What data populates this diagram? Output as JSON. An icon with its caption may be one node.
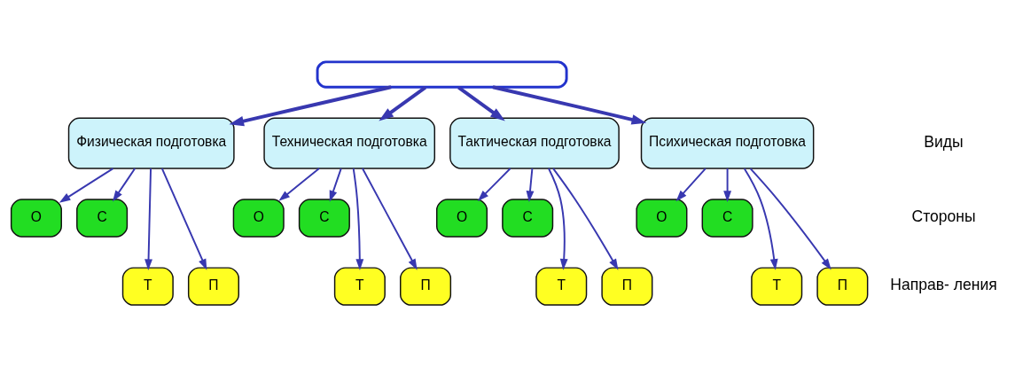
{
  "diagram": {
    "nodes": [
      {
        "text": [],
        "shape": "box"
      },
      {
        "text": [
          "Физическая подготовка"
        ]
      },
      {
        "text": [
          "Техническая подготовка"
        ]
      },
      {
        "text": [
          "Тактическая подготовка"
        ]
      },
      {
        "text": [
          "Психическая подготовка"
        ]
      },
      {
        "text": [
          "О"
        ]
      },
      {
        "text": [
          "С"
        ]
      },
      {
        "text": [
          "О"
        ]
      },
      {
        "text": [
          "С"
        ]
      },
      {
        "text": [
          "О"
        ]
      },
      {
        "text": [
          "С"
        ]
      },
      {
        "text": [
          "О"
        ]
      },
      {
        "text": [
          "С"
        ]
      },
      {
        "text": [
          "Т"
        ]
      },
      {
        "text": [
          "П"
        ]
      },
      {
        "text": [
          "Т"
        ]
      },
      {
        "text": [
          "П"
        ]
      },
      {
        "text": [
          "Т"
        ]
      },
      {
        "text": [
          "П"
        ]
      },
      {
        "text": [
          "Т"
        ]
      },
      {
        "text": [
          "П"
        ]
      }
    ],
    "edges": [
      {
        "from": 0,
        "to": 1,
        "arrow": "to",
        "style": "thick"
      },
      {
        "from": 0,
        "to": 2,
        "arrow": "to",
        "style": "thick"
      },
      {
        "from": 0,
        "to": 3,
        "arrow": "to",
        "style": "thick"
      },
      {
        "from": 0,
        "to": 4,
        "arrow": "to",
        "style": "thick"
      },
      {
        "from": 1,
        "to": 5,
        "arrow": "to"
      },
      {
        "from": 1,
        "to": 6,
        "arrow": "to"
      },
      {
        "from": 1,
        "to": 13,
        "arrow": "to"
      },
      {
        "from": 1,
        "to": 14,
        "arrow": "to"
      },
      {
        "from": 2,
        "to": 7,
        "arrow": "to"
      },
      {
        "from": 2,
        "to": 8,
        "arrow": "to"
      },
      {
        "from": 2,
        "to": 15,
        "arrow": "to"
      },
      {
        "from": 2,
        "to": 16,
        "arrow": "to"
      },
      {
        "from": 3,
        "to": 9,
        "arrow": "to"
      },
      {
        "from": 3,
        "to": 10,
        "arrow": "to"
      },
      {
        "from": 3,
        "to": 17,
        "arrow": "to"
      },
      {
        "from": 3,
        "to": 18,
        "arrow": "to"
      },
      {
        "from": 4,
        "to": 11,
        "arrow": "to"
      },
      {
        "from": 4,
        "to": 12,
        "arrow": "to"
      },
      {
        "from": 4,
        "to": 19,
        "arrow": "to"
      },
      {
        "from": 4,
        "to": 20,
        "arrow": "to"
      }
    ],
    "labels": [
      "Виды",
      "Стороны",
      "Направ- ления"
    ]
  }
}
